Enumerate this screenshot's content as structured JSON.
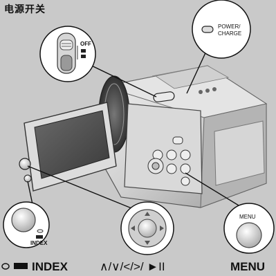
{
  "title": "电源开关",
  "power_callout": {
    "line1": "POWER/",
    "line2": "CHARGE"
  },
  "switch_callout": {
    "off_label": "OFF"
  },
  "index_callout": {
    "label": "INDEX"
  },
  "menu_callout": {
    "label": "MENU"
  },
  "bottom_labels": {
    "index": "INDEX",
    "arrows": "∧/∨/</>/ ►II",
    "menu": "MENU"
  }
}
